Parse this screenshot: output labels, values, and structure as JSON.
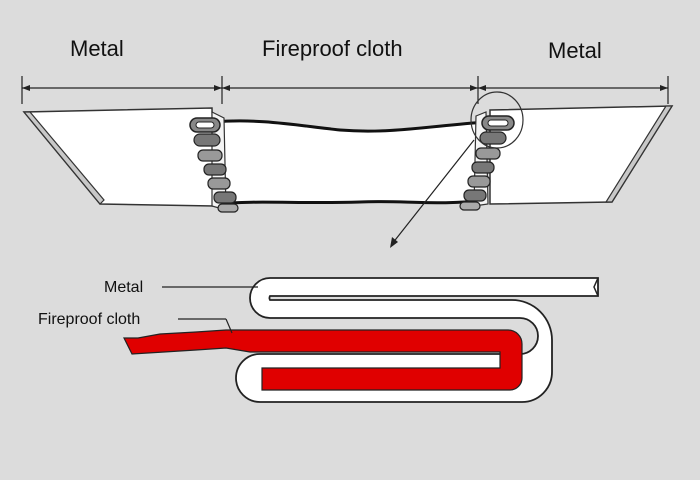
{
  "top_labels": {
    "left": "Metal",
    "center": "Fireproof cloth",
    "right": "Metal"
  },
  "detail_labels": {
    "metal": "Metal",
    "cloth": "Fireproof cloth"
  },
  "colors": {
    "background": "#dcdcdc",
    "panel": "#ffffff",
    "outline": "#222222",
    "cloth_detail": "#e00000"
  }
}
